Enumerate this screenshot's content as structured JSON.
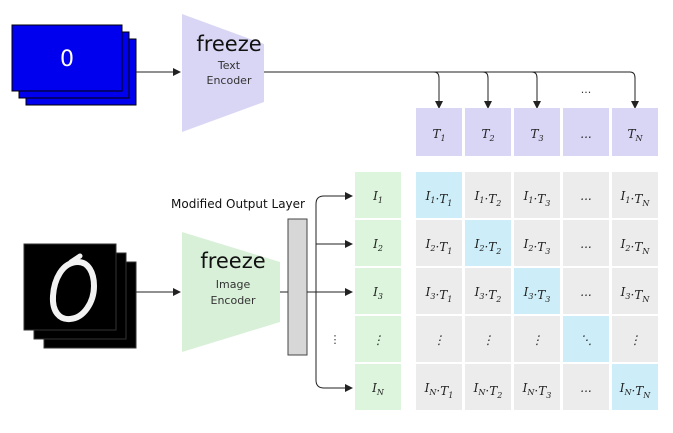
{
  "text_input": {
    "label": "0",
    "color": "#0000ee"
  },
  "text_encoder": {
    "title": "freeze",
    "subtitle_1": "Text",
    "subtitle_2": "Encoder",
    "color": "#d9d6f5"
  },
  "image_encoder": {
    "title": "freeze",
    "subtitle_1": "Image",
    "subtitle_2": "Encoder",
    "color": "#d8f0d8"
  },
  "modified_layer": {
    "label": "Modified Output Layer"
  },
  "top_dots": "...",
  "text_features": [
    {
      "base": "T",
      "sub": "1"
    },
    {
      "base": "T",
      "sub": "2"
    },
    {
      "base": "T",
      "sub": "3"
    },
    {
      "base": "...",
      "sub": ""
    },
    {
      "base": "T",
      "sub": "N"
    }
  ],
  "image_features": [
    {
      "base": "I",
      "sub": "1"
    },
    {
      "base": "I",
      "sub": "2"
    },
    {
      "base": "I",
      "sub": "3"
    },
    {
      "base": "⋮",
      "sub": ""
    },
    {
      "base": "I",
      "sub": "N"
    }
  ],
  "colors": {
    "text_feature": "#d9d6f5",
    "image_feature": "#dcf5dc",
    "cell": "#ececec",
    "diagonal": "#cdeef8"
  }
}
